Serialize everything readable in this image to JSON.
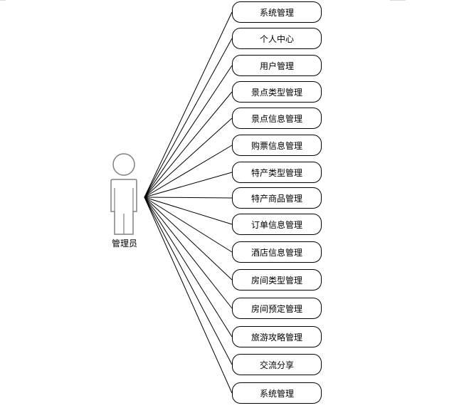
{
  "actor": {
    "label": "管理员"
  },
  "use_cases": [
    {
      "label": "系统管理"
    },
    {
      "label": "个人中心"
    },
    {
      "label": "用户管理"
    },
    {
      "label": "景点类型管理"
    },
    {
      "label": "景点信息管理"
    },
    {
      "label": "购票信息管理"
    },
    {
      "label": "特产类型管理"
    },
    {
      "label": "特产商品管理"
    },
    {
      "label": "订单信息管理"
    },
    {
      "label": "酒店信息管理"
    },
    {
      "label": "房间类型管理"
    },
    {
      "label": "房间预定管理"
    },
    {
      "label": "旅游攻略管理"
    },
    {
      "label": "交流分享"
    },
    {
      "label": "系统管理"
    }
  ],
  "colors": {
    "actor_stroke": "#808080",
    "line": "#000000"
  }
}
